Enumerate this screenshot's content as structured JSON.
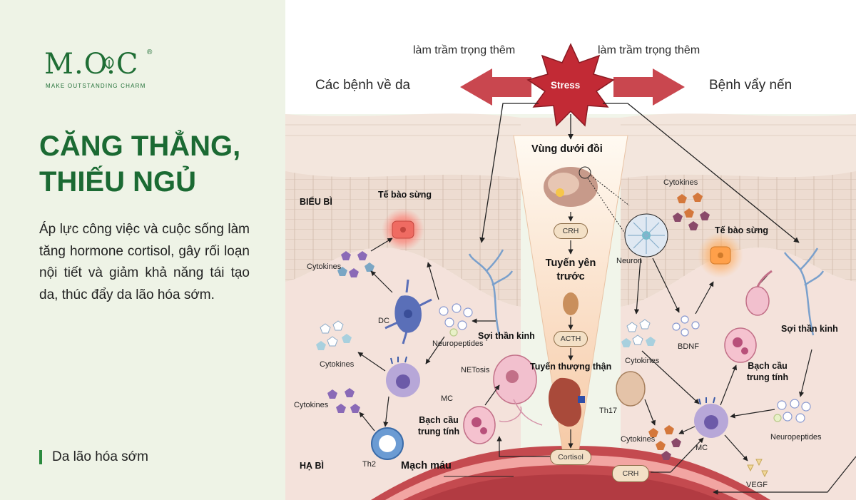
{
  "brand": {
    "logo_text": "M.O.C",
    "registered": "®",
    "tagline": "MAKE OUTSTANDING CHARM"
  },
  "left_panel": {
    "title_line1": "CĂNG THẲNG,",
    "title_line2": "THIẾU NGỦ",
    "body": "Áp lực công việc và cuộc sống làm tăng hormone cortisol, gây rối loạn nội tiết và giảm khả năng tái tạo da, thúc đẩy da lão hóa sớm.",
    "note": "Da lão hóa sớm"
  },
  "diagram": {
    "worsens_left": "làm trầm trọng thêm",
    "worsens_right": "làm trầm trọng thêm",
    "skin_diseases": "Các bệnh về da",
    "psoriasis": "Bệnh vẩy nến",
    "stress": "Stress",
    "hypothalamus": "Vùng dưới đồi",
    "crh": "CRH",
    "pituitary": "Tuyến yên trước",
    "acth": "ACTH",
    "adrenal": "Tuyến thượng thận",
    "cortisol": "Cortisol",
    "epidermis": "BIỂU BÌ",
    "dermis": "HẠ BÌ",
    "keratinocyte_left": "Tế bào sừng",
    "keratinocyte_right": "Tế bào sừng",
    "cytokines_1": "Cytokines",
    "cytokines_2": "Cytokines",
    "cytokines_3": "Cytokines",
    "cytokines_4": "Cytokines",
    "cytokines_5": "Cytokines",
    "cytokines_6": "Cytokines",
    "dc": "DC",
    "neuropeptides_left": "Neuropeptides",
    "neuropeptides_right": "Neuropeptides",
    "nerve_left": "Sợi thần kinh",
    "nerve_right": "Sợi thần kinh",
    "mc_left": "MC",
    "mc_right": "MC",
    "netosis": "NETosis",
    "neutrophil_left": "Bạch cầu trung tính",
    "neutrophil_right": "Bạch cầu trung tính",
    "th2": "Th2",
    "th17": "Th17",
    "blood_vessel": "Mạch máu",
    "neuron": "Neuron",
    "bdnf": "BDNF",
    "crh_right": "CRH",
    "vegf": "VEGF"
  }
}
